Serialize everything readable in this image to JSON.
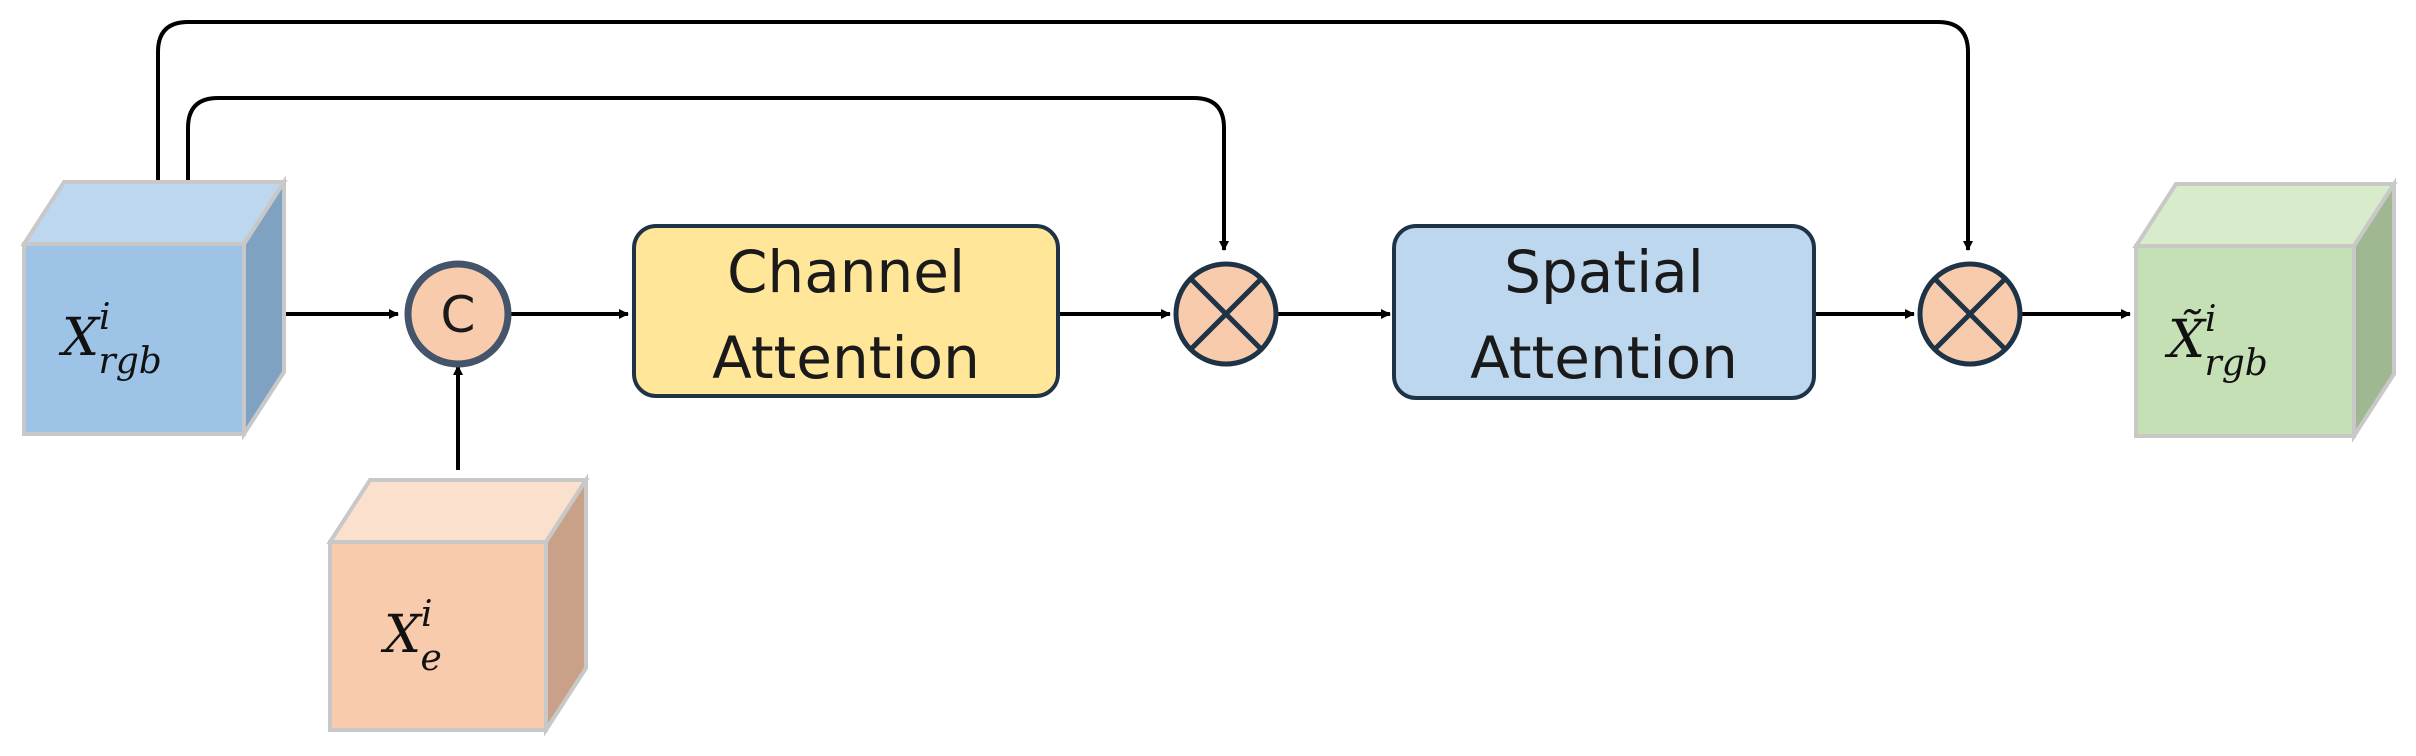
{
  "cubes": {
    "x_rgb": {
      "base": "X",
      "sup": "i",
      "sub": "rgb"
    },
    "x_e": {
      "base": "X",
      "sup": "i",
      "sub": "e"
    },
    "x_out": {
      "base": "X̃",
      "sup": "i",
      "sub": "rgb"
    }
  },
  "blocks": {
    "channel": {
      "line1": "Channel",
      "line2": "Attention"
    },
    "spatial": {
      "line1": "Spatial",
      "line2": "Attention"
    }
  },
  "ops": {
    "concat": "C"
  },
  "colors": {
    "blue_front": "#9dc3e6",
    "blue_top": "#bdd7ee",
    "blue_side": "#7fa2c2",
    "peach_front": "#f8cbad",
    "peach_top": "#fbe0cd",
    "peach_side": "#c9a188",
    "green_front": "#c5e0b4",
    "green_top": "#d8ebca",
    "green_side": "#9fb891",
    "channel_fill": "#ffe699",
    "spatial_fill": "#bdd7ee",
    "op_fill": "#f8cbad",
    "stroke": "#1f3347"
  }
}
